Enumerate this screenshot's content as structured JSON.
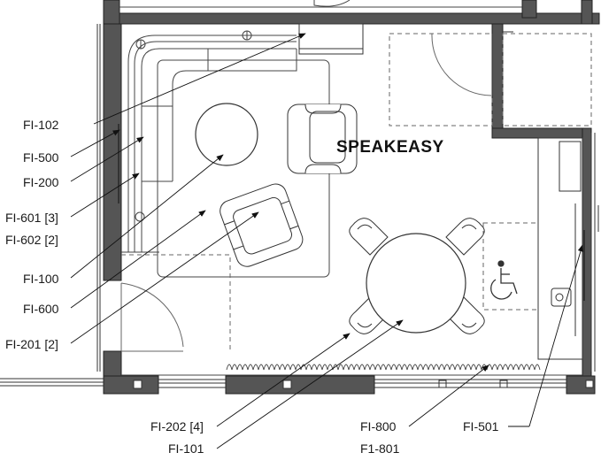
{
  "room_name": "SPEAKEASY",
  "labels": {
    "fi102": "FI-102",
    "fi500": "FI-500",
    "fi200": "FI-200",
    "fi601": "FI-601 [3]",
    "fi602": "FI-602 [2]",
    "fi100": "FI-100",
    "fi600": "FI-600",
    "fi201": "FI-201 [2]",
    "fi202": "FI-202 [4]",
    "fi101": "FI-101",
    "fi800": "FI-800",
    "f1801": "F1-801",
    "fi501": "FI-501"
  },
  "colors": {
    "wall": "#555555",
    "wall_edge": "#222222",
    "line": "#333333",
    "dash": "#666666"
  },
  "icons": [
    "wheelchair-accessibility-icon",
    "sink-icon"
  ]
}
